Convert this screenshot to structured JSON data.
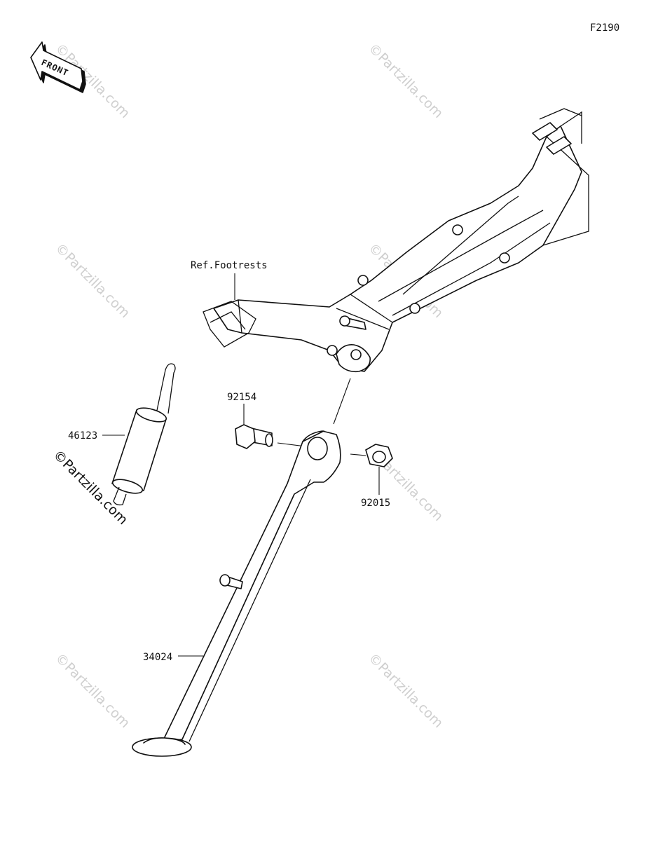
{
  "diagram": {
    "figure_code": "F2190",
    "front_arrow_label": "FRONT",
    "reference_label": "Ref.Footrests",
    "parts": [
      {
        "number": "46123"
      },
      {
        "number": "92154"
      },
      {
        "number": "92015"
      },
      {
        "number": "34024"
      }
    ],
    "watermark": "©Partzilla.com"
  }
}
